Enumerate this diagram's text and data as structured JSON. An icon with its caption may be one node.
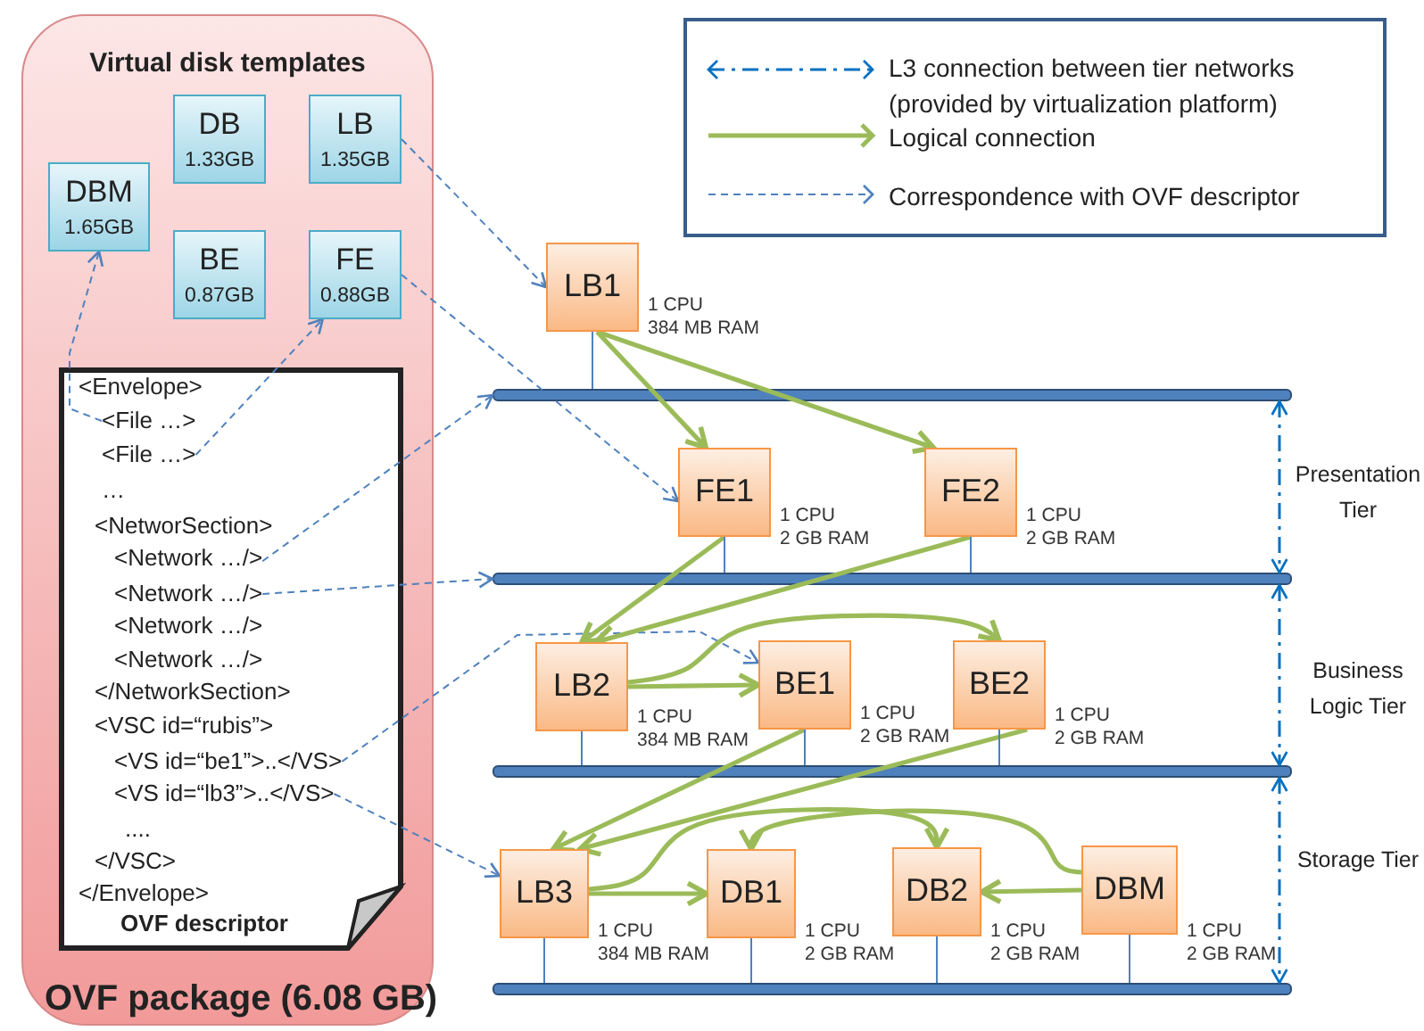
{
  "diagram": {
    "nodes": [
      {
        "text": [
          "Virtual disk templates",
          "OVF package (6.08 GB)"
        ]
      },
      {
        "text": [
          "DB",
          "1.33GB"
        ],
        "in": 0
      },
      {
        "text": [
          "LB",
          "1.35GB"
        ],
        "in": 0
      },
      {
        "text": [
          "DBM",
          "1.65GB"
        ],
        "in": 0
      },
      {
        "text": [
          "BE",
          "0.87GB"
        ],
        "in": 0
      },
      {
        "text": [
          "FE",
          "0.88GB"
        ],
        "in": 0
      },
      {
        "text": [
          "OVF descriptor"
        ],
        "in": 0
      },
      {
        "text": [
          "<Envelope>"
        ],
        "in": 6
      },
      {
        "text": [
          "<File …>"
        ],
        "in": 6
      },
      {
        "text": [
          "<File …>"
        ],
        "in": 6
      },
      {
        "text": [
          "…"
        ],
        "in": 6
      },
      {
        "text": [
          "<NetworSection>"
        ],
        "in": 6
      },
      {
        "text": [
          "<Network …/>"
        ],
        "in": 6
      },
      {
        "text": [
          "<Network …/>"
        ],
        "in": 6
      },
      {
        "text": [
          "<Network …/>"
        ],
        "in": 6
      },
      {
        "text": [
          "<Network …/>"
        ],
        "in": 6
      },
      {
        "text": [
          "</NetworkSection>"
        ],
        "in": 6
      },
      {
        "text": [
          "<VSC id=“rubis”>"
        ],
        "in": 6
      },
      {
        "text": [
          "<VS id=“be1”>..</VS>"
        ],
        "in": 6
      },
      {
        "text": [
          "<VS id=“lb3”>..</VS>"
        ],
        "in": 6
      },
      {
        "text": [
          "...."
        ],
        "in": 6
      },
      {
        "text": [
          "</VSC>"
        ],
        "in": 6
      },
      {
        "text": [
          "</Envelope>"
        ],
        "in": 6
      },
      {
        "text": [
          "LB1"
        ],
        "beside": [
          "1 CPU",
          "384 MB RAM"
        ]
      },
      {
        "text": [],
        "shape": "bar"
      },
      {
        "text": [
          "FE1"
        ],
        "beside": [
          "1 CPU",
          "2 GB RAM"
        ]
      },
      {
        "text": [
          "FE2"
        ],
        "beside": [
          "1 CPU",
          "2 GB RAM"
        ]
      },
      {
        "text": [],
        "shape": "bar"
      },
      {
        "text": [
          "LB2"
        ],
        "beside": [
          "1 CPU",
          "384 MB RAM"
        ]
      },
      {
        "text": [
          "BE1"
        ],
        "beside": [
          "1 CPU",
          "2 GB RAM"
        ]
      },
      {
        "text": [
          "BE2"
        ],
        "beside": [
          "1 CPU",
          "2 GB RAM"
        ]
      },
      {
        "text": [],
        "shape": "bar"
      },
      {
        "text": [
          "LB3"
        ],
        "beside": [
          "1 CPU",
          "384 MB RAM"
        ]
      },
      {
        "text": [
          "DB1"
        ],
        "beside": [
          "1 CPU",
          "2 GB RAM"
        ]
      },
      {
        "text": [
          "DB2"
        ],
        "beside": [
          "1 CPU",
          "2 GB RAM"
        ]
      },
      {
        "text": [
          "DBM"
        ],
        "beside": [
          "1 CPU",
          "2 GB RAM"
        ]
      },
      {
        "text": [],
        "shape": "bar"
      }
    ],
    "edges": [
      {
        "from": 2,
        "to": 23,
        "arrow": "to",
        "style": "dashed",
        "color": "#4f81bd"
      },
      {
        "from": 5,
        "to": 25,
        "arrow": "to",
        "style": "dashed",
        "color": "#4f81bd"
      },
      {
        "from": 8,
        "to": 3,
        "arrow": "to",
        "style": "dashed",
        "color": "#4f81bd"
      },
      {
        "from": 9,
        "to": 5,
        "arrow": "to",
        "style": "dashed",
        "color": "#4f81bd"
      },
      {
        "from": 12,
        "to": 24,
        "arrow": "to",
        "style": "dashed",
        "color": "#4f81bd"
      },
      {
        "from": 13,
        "to": 27,
        "arrow": "to",
        "style": "dashed",
        "color": "#4f81bd"
      },
      {
        "from": 18,
        "to": 29,
        "arrow": "to",
        "style": "dashed",
        "color": "#4f81bd"
      },
      {
        "from": 19,
        "to": 32,
        "arrow": "to",
        "style": "dashed",
        "color": "#4f81bd"
      },
      {
        "from": 23,
        "to": 25,
        "arrow": "to",
        "style": "thick",
        "color": "#9bbb59"
      },
      {
        "from": 23,
        "to": 26,
        "arrow": "to",
        "style": "thick",
        "color": "#9bbb59"
      },
      {
        "from": 25,
        "to": 28,
        "arrow": "to",
        "style": "thick",
        "color": "#9bbb59"
      },
      {
        "from": 26,
        "to": 28,
        "arrow": "to",
        "style": "thick",
        "color": "#9bbb59"
      },
      {
        "from": 28,
        "to": 29,
        "arrow": "to",
        "style": "thick",
        "color": "#9bbb59"
      },
      {
        "from": 28,
        "to": 30,
        "arrow": "to",
        "style": "thick",
        "color": "#9bbb59"
      },
      {
        "from": 29,
        "to": 32,
        "arrow": "to",
        "style": "thick",
        "color": "#9bbb59"
      },
      {
        "from": 30,
        "to": 32,
        "arrow": "to",
        "style": "thick",
        "color": "#9bbb59"
      },
      {
        "from": 32,
        "to": 33,
        "arrow": "to",
        "style": "thick",
        "color": "#9bbb59"
      },
      {
        "from": 32,
        "to": 34,
        "arrow": "to",
        "style": "thick",
        "color": "#9bbb59"
      },
      {
        "from": 35,
        "to": 34,
        "arrow": "to",
        "style": "thick",
        "color": "#9bbb59"
      },
      {
        "from": 35,
        "to": 33,
        "arrow": "to",
        "style": "thick",
        "color": "#9bbb59"
      },
      {
        "from": 23,
        "to": 24,
        "arrow": "none",
        "color": "#4f81bd"
      },
      {
        "from": 25,
        "to": 27,
        "arrow": "none",
        "color": "#4f81bd"
      },
      {
        "from": 26,
        "to": 27,
        "arrow": "none",
        "color": "#4f81bd"
      },
      {
        "from": 28,
        "to": 31,
        "arrow": "none",
        "color": "#4f81bd"
      },
      {
        "from": 29,
        "to": 31,
        "arrow": "none",
        "color": "#4f81bd"
      },
      {
        "from": 30,
        "to": 31,
        "arrow": "none",
        "color": "#4f81bd"
      },
      {
        "from": 32,
        "to": 36,
        "arrow": "none",
        "color": "#4f81bd"
      },
      {
        "from": 33,
        "to": 36,
        "arrow": "none",
        "color": "#4f81bd"
      },
      {
        "from": 34,
        "to": 36,
        "arrow": "none",
        "color": "#4f81bd"
      },
      {
        "from": 35,
        "to": 36,
        "arrow": "none",
        "color": "#4f81bd"
      },
      {
        "from": 24,
        "to": 27,
        "arrow": "both",
        "style": "dashed",
        "color": "#0070c0"
      },
      {
        "from": 27,
        "to": 31,
        "arrow": "both",
        "style": "dashed",
        "color": "#0070c0"
      },
      {
        "from": 31,
        "to": 36,
        "arrow": "both",
        "style": "dashed",
        "color": "#0070c0"
      }
    ],
    "labels": [
      "Presentation Tier",
      "Business Logic Tier",
      "Storage Tier"
    ],
    "legend": [
      {
        "text": "L3 connection between tier networks (provided by virtualization platform)"
      },
      {
        "text": "Logical connection"
      },
      {
        "text": "Correspondence with OVF descriptor"
      }
    ]
  }
}
